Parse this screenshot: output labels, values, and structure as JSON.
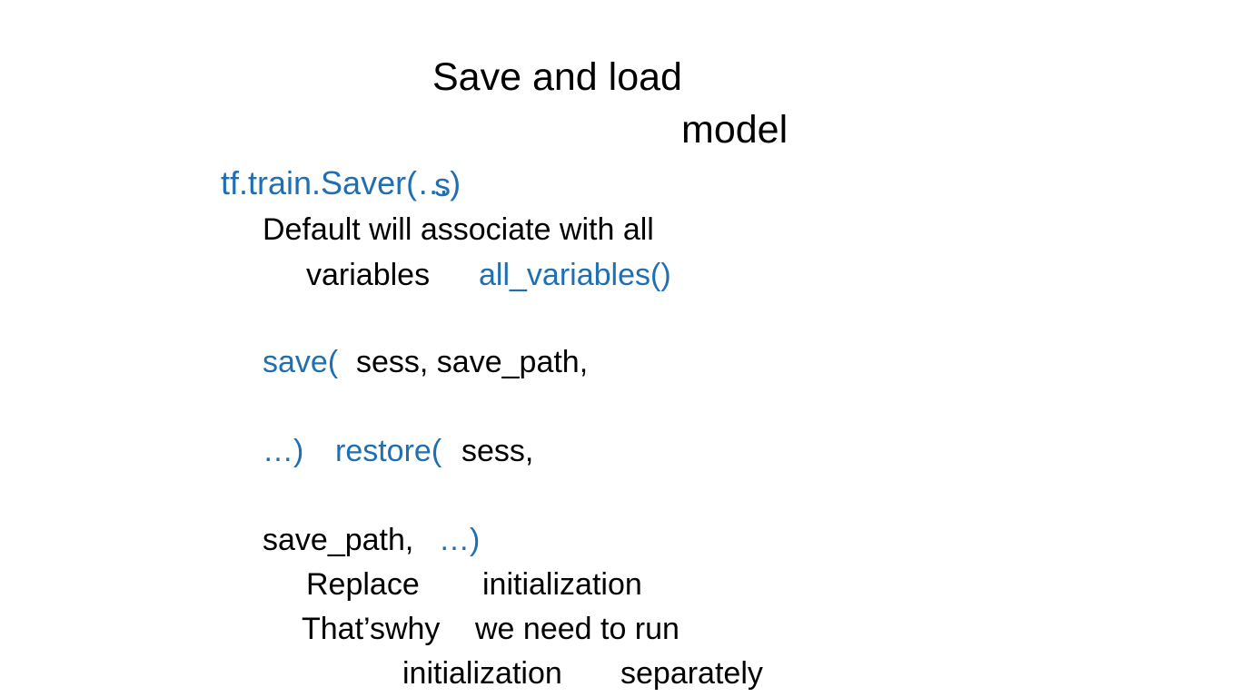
{
  "title": {
    "line1": "Save and load",
    "line2": "model"
  },
  "colors": {
    "code_blue": "#1f6fb2",
    "text": "#000000",
    "background": "#ffffff"
  },
  "body": {
    "saver": "tf.train.Saver(…)",
    "saver_overlap_s": "s",
    "default_line": "Default will associate with all",
    "variables_word": "variables",
    "all_variables": "all_variables()",
    "save_func": "save(",
    "save_args": "sess, save_path,",
    "ellipsis_close_1": "…)",
    "restore_func": "restore(",
    "restore_args": "sess,",
    "save_path_arg": "save_path,",
    "ellipsis_close_2": "…)",
    "replace_word": "Replace",
    "initialization_word": "initialization",
    "thats_why": "That’swhy",
    "we_need_to_run": "we need to run",
    "initialization_2": "initialization",
    "separately": "separately"
  }
}
